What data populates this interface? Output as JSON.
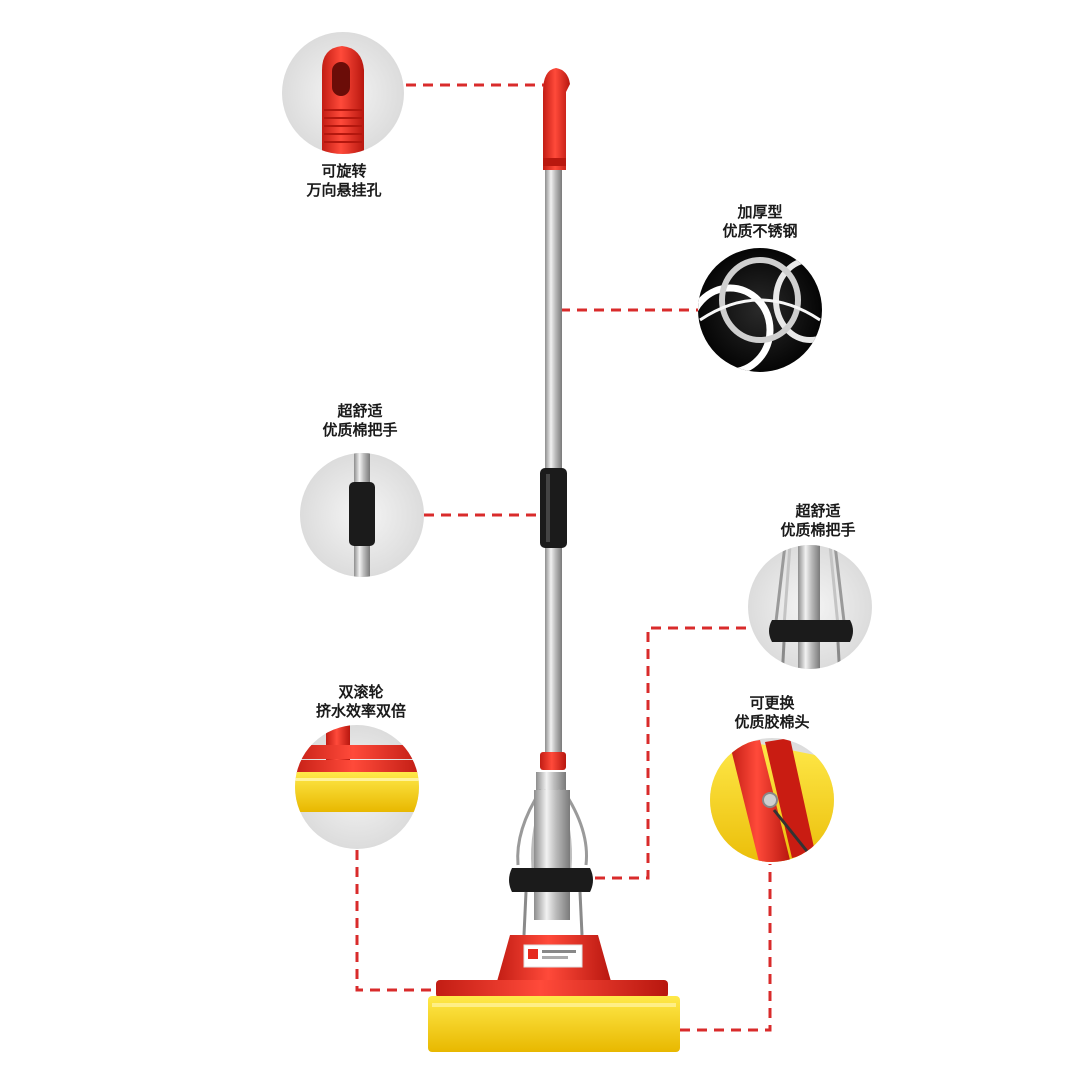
{
  "callouts": {
    "hanging_hole": {
      "line1": "可旋转",
      "line2": "万向悬挂孔"
    },
    "steel_pole": {
      "line1": "加厚型",
      "line2": "优质不锈钢"
    },
    "foam_grip": {
      "line1": "超舒适",
      "line2": "优质棉把手"
    },
    "wring_handle": {
      "line1": "超舒适",
      "line2": "优质棉把手"
    },
    "double_roller": {
      "line1": "双滚轮",
      "line2": "挤水效率双倍"
    },
    "replaceable_head": {
      "line1": "可更换",
      "line2": "优质胶棉头"
    }
  },
  "colors": {
    "accent_red": "#e52a1e",
    "sponge_yellow": "#f3d219",
    "grip_black": "#1b1b1b",
    "steel": "#c9c9c9",
    "dashed_line": "#d92b2b"
  }
}
